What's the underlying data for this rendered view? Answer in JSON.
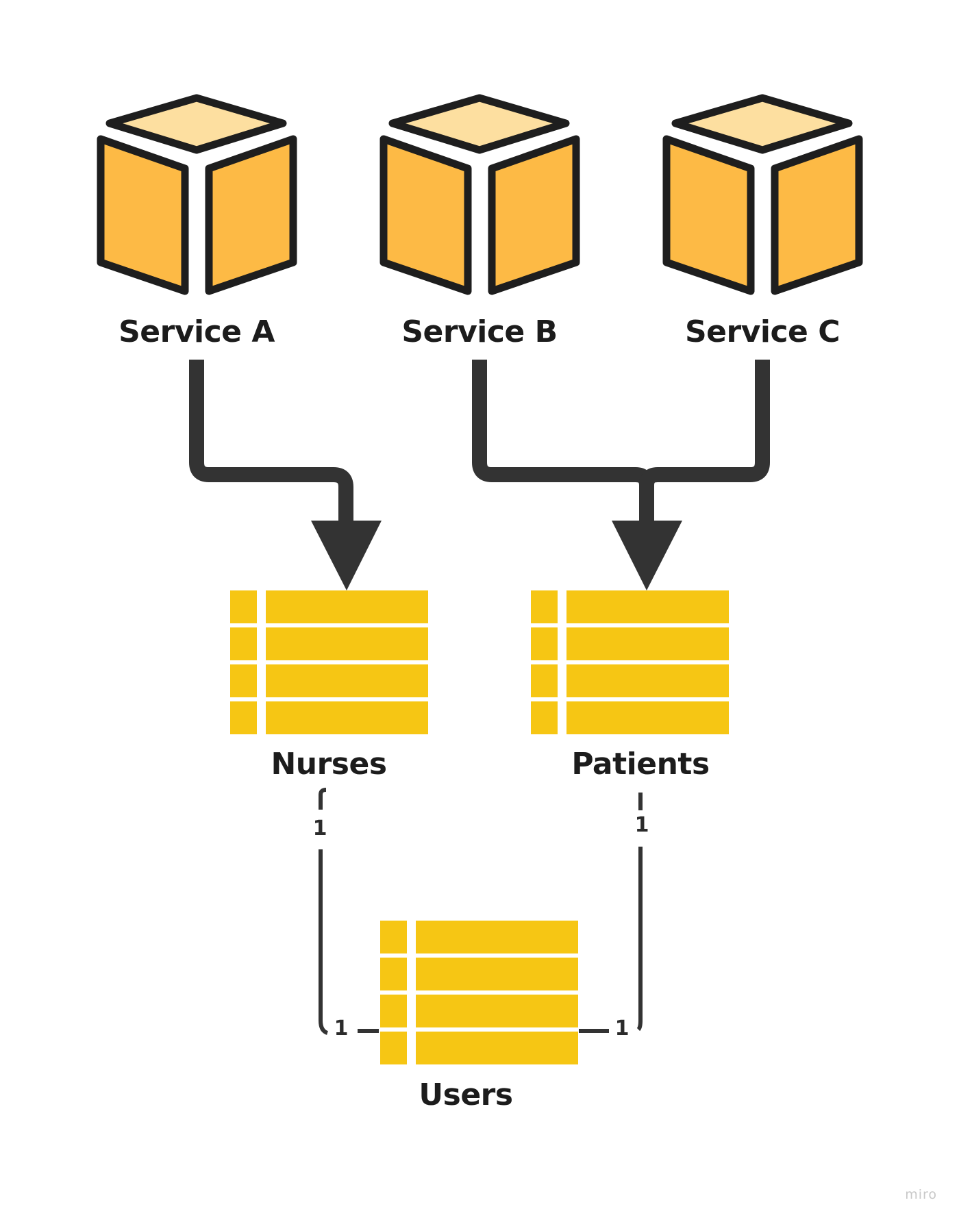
{
  "diagram": {
    "title": "",
    "colors": {
      "cube_top": "#FDDFA0",
      "cube_side": "#FDBA45",
      "cube_stroke": "#1E1E1E",
      "table_fill": "#F6C614",
      "connector": "#333333",
      "text": "#1C1C1C",
      "watermark": "#C8C8C8"
    },
    "services": [
      {
        "id": "service-a",
        "label": "Service A",
        "icon": "cube-icon"
      },
      {
        "id": "service-b",
        "label": "Service B",
        "icon": "cube-icon"
      },
      {
        "id": "service-c",
        "label": "Service C",
        "icon": "cube-icon"
      }
    ],
    "tables": [
      {
        "id": "nurses",
        "label": "Nurses",
        "icon": "table-icon",
        "rows": 4
      },
      {
        "id": "patients",
        "label": "Patients",
        "icon": "table-icon",
        "rows": 4
      },
      {
        "id": "users",
        "label": "Users",
        "icon": "table-icon",
        "rows": 4
      }
    ],
    "flows": [
      {
        "from": "service-a",
        "to": "nurses",
        "type": "arrow"
      },
      {
        "from": "service-b",
        "to": "patients",
        "type": "arrow"
      },
      {
        "from": "service-c",
        "to": "patients",
        "type": "arrow"
      }
    ],
    "relations": [
      {
        "from": "nurses",
        "to": "users",
        "from_cardinality": "1",
        "to_cardinality": "1"
      },
      {
        "from": "patients",
        "to": "users",
        "from_cardinality": "1",
        "to_cardinality": "1"
      }
    ]
  },
  "watermark": "miro"
}
